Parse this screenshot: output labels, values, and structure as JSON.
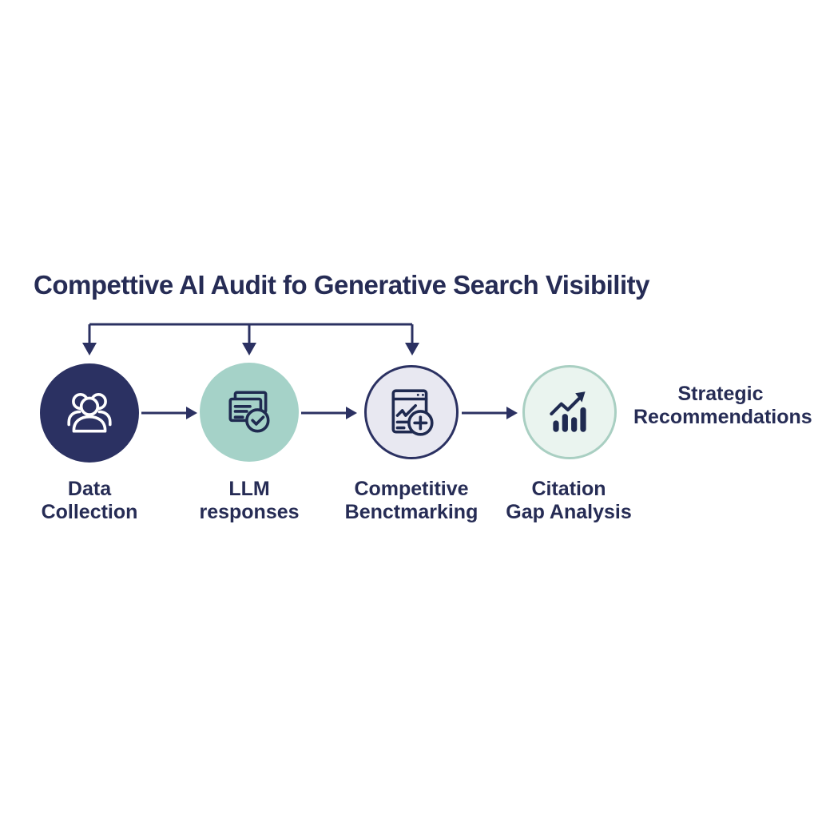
{
  "title": "Compettive AI Audit fo Generative Search Visibility",
  "colors": {
    "navy": "#2b3162",
    "icon_stroke": "#1f2a50",
    "teal_circle": "#a5d2c8",
    "lavender_circle_fill": "#e8e8f1",
    "mint_circle_fill": "#eaf4ef",
    "mint_circle_border": "#a9cfc2",
    "text": "#262c55",
    "background": "#ffffff"
  },
  "steps": [
    {
      "icon": "people-group-icon",
      "lines": [
        "Data",
        "Collection"
      ]
    },
    {
      "icon": "documents-check-icon",
      "lines": [
        "LLM",
        "responses"
      ]
    },
    {
      "icon": "browser-zoom-plus-icon",
      "lines": [
        "Competitive",
        "Benctmarking"
      ]
    },
    {
      "icon": "bar-chart-growth-icon",
      "lines": [
        "Citation",
        "Gap Analysis"
      ]
    }
  ],
  "outcome": {
    "lines": [
      "Strategic",
      "Recommendations"
    ]
  }
}
